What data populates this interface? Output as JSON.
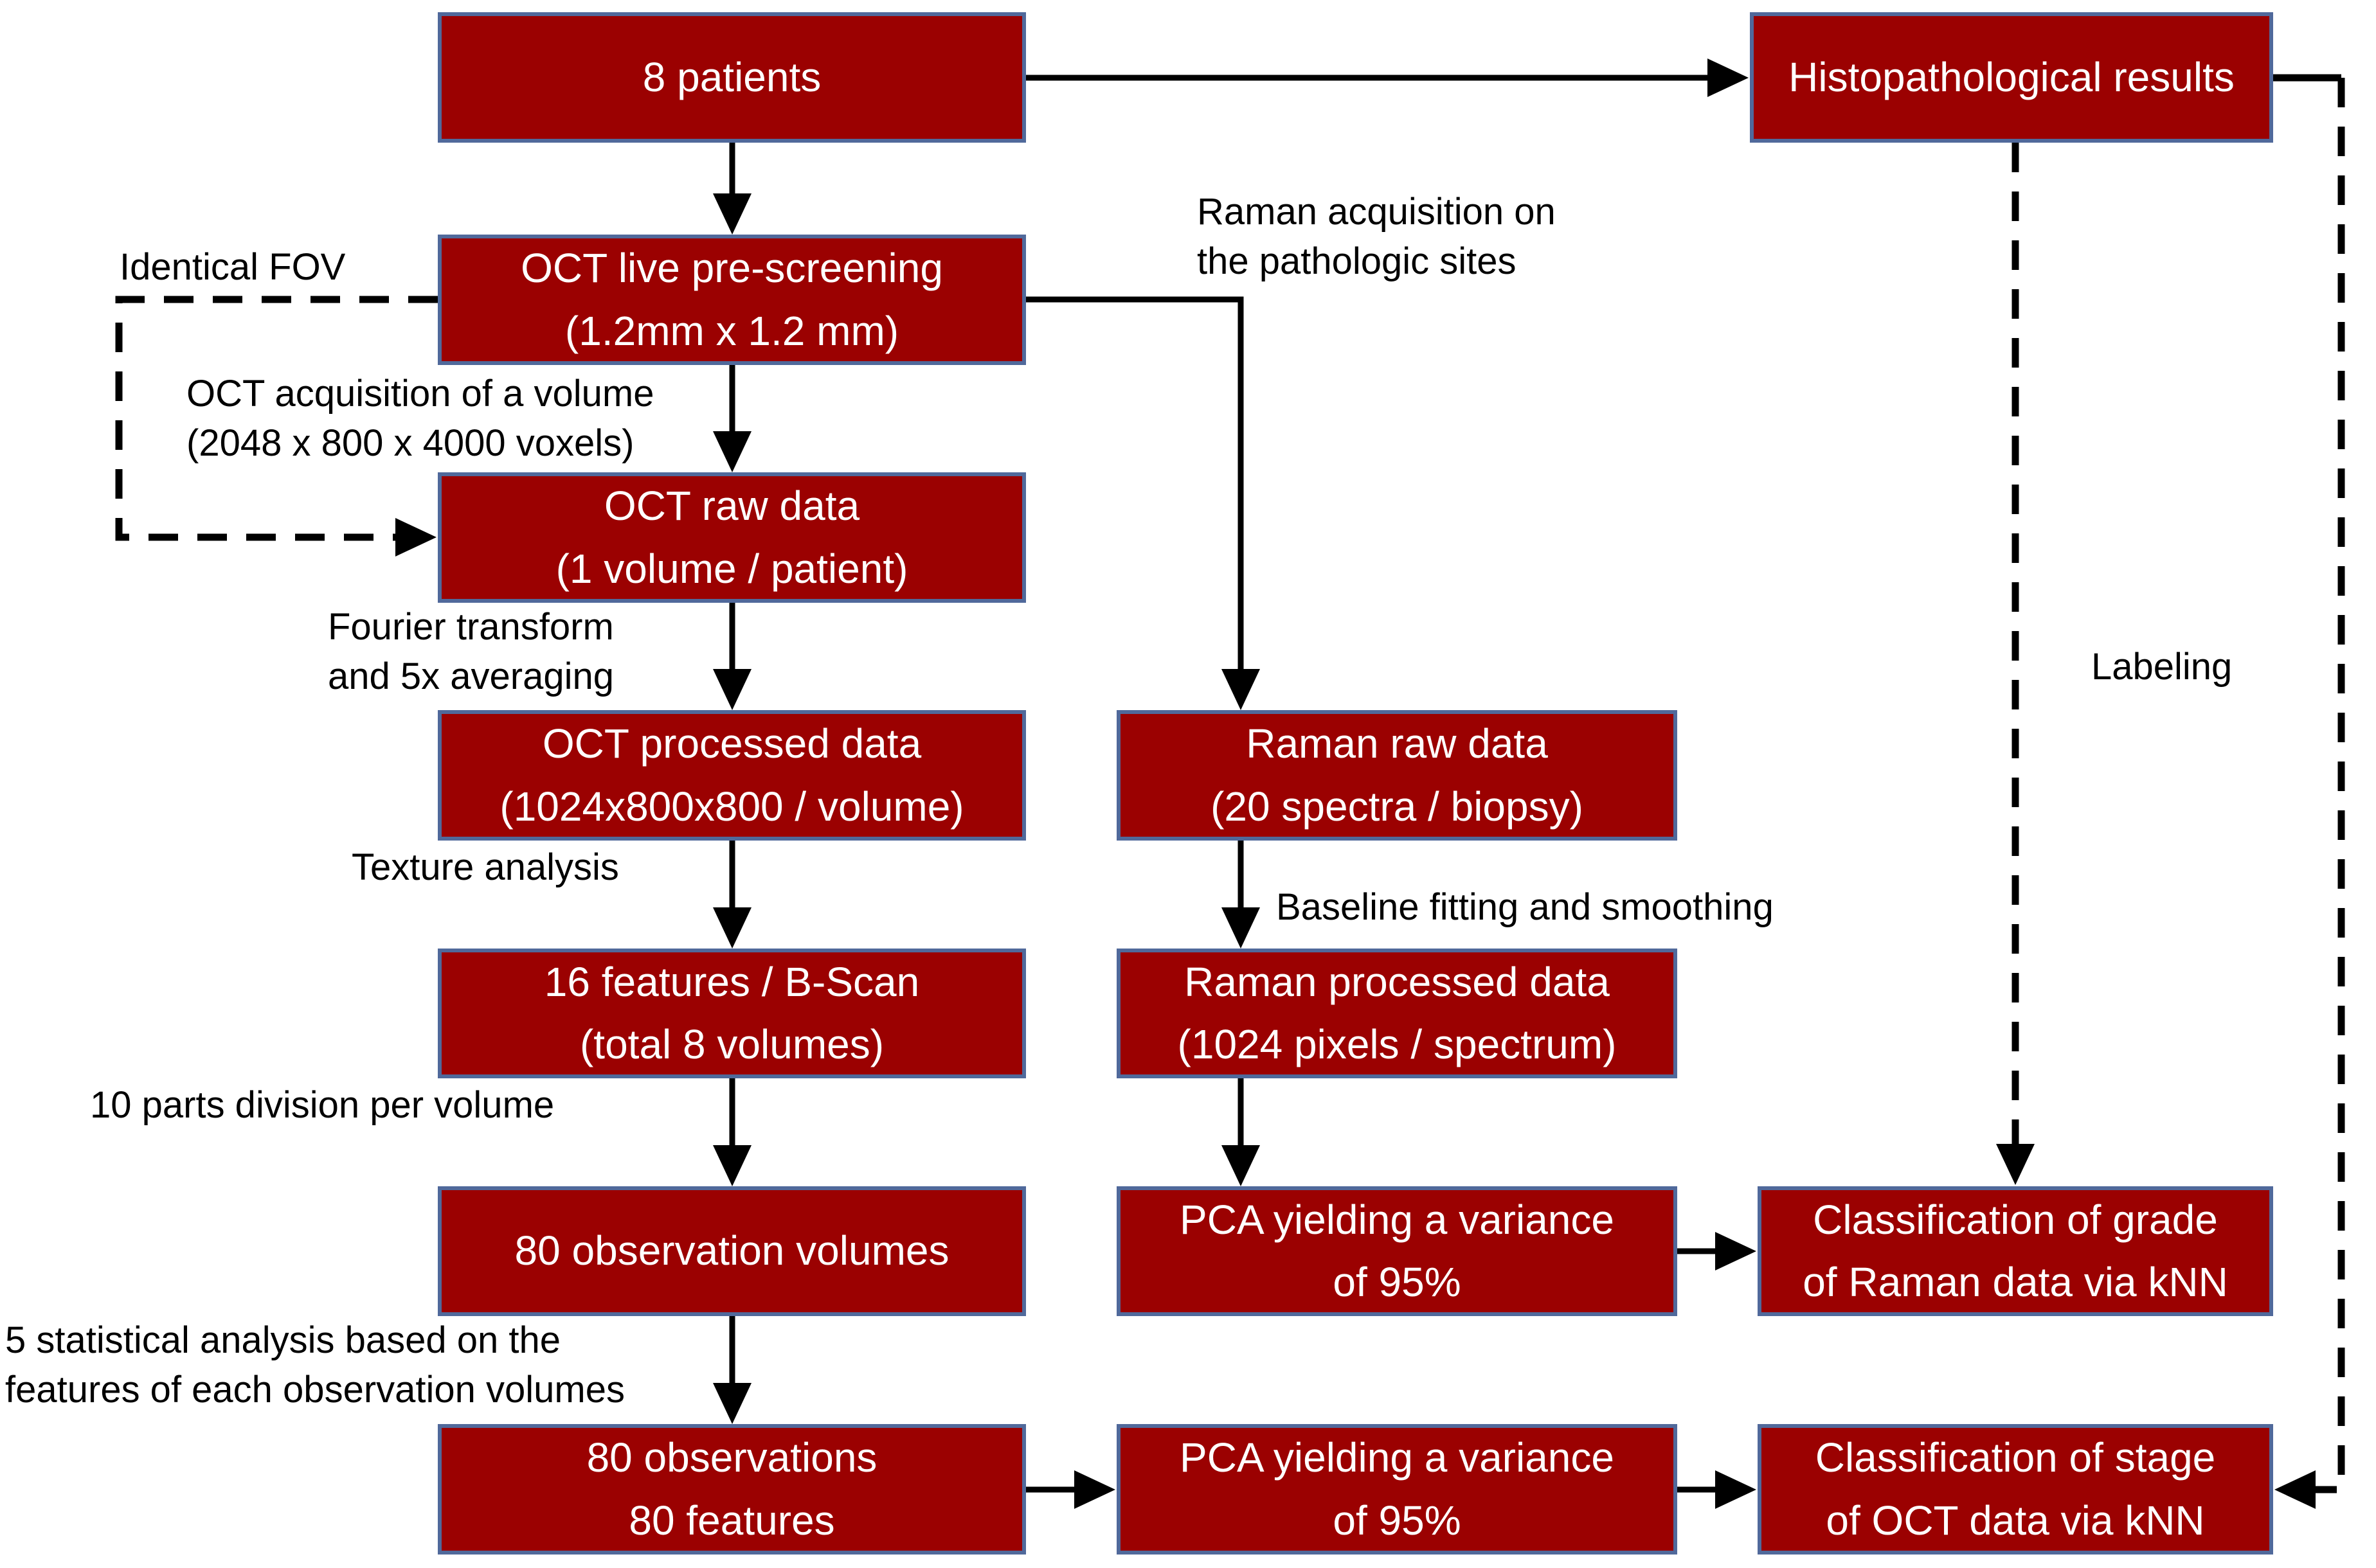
{
  "diagram": {
    "title": "OCT and Raman data acquisition and classification flowchart",
    "colors": {
      "node_fill": "#9B0101",
      "node_border": "#50699B",
      "node_text": "#ffffff",
      "connector": "#000000",
      "background": "#ffffff"
    },
    "nodes": {
      "patients": {
        "line1": "8 patients",
        "line2": ""
      },
      "histo": {
        "line1": "Histopathological results",
        "line2": ""
      },
      "oct_prescreen": {
        "line1": "OCT live pre-screening",
        "line2": "(1.2mm x 1.2 mm)"
      },
      "oct_raw": {
        "line1": "OCT raw data",
        "line2": "(1 volume / patient)"
      },
      "oct_processed": {
        "line1": "OCT processed data",
        "line2": "(1024x800x800 / volume)"
      },
      "raman_raw": {
        "line1": "Raman raw data",
        "line2": "(20 spectra / biopsy)"
      },
      "oct_features": {
        "line1": "16 features / B-Scan",
        "line2": "(total 8 volumes)"
      },
      "raman_processed": {
        "line1": "Raman processed data",
        "line2": "(1024 pixels / spectrum)"
      },
      "obs_volumes": {
        "line1": "80 observation volumes",
        "line2": ""
      },
      "pca_raman": {
        "line1": "PCA yielding a variance",
        "line2": "of 95%"
      },
      "class_grade": {
        "line1": "Classification of grade",
        "line2": "of Raman data via kNN"
      },
      "observations": {
        "line1": "80 observations",
        "line2": "80 features"
      },
      "pca_oct": {
        "line1": "PCA yielding a variance",
        "line2": "of 95%"
      },
      "class_stage": {
        "line1": "Classification of stage",
        "line2": "of OCT data via kNN"
      }
    },
    "labels": {
      "identical_fov": {
        "line1": "Identical FOV",
        "line2": ""
      },
      "oct_acquisition": {
        "line1": "OCT acquisition of a volume",
        "line2": "(2048 x 800 x 4000 voxels)"
      },
      "fourier": {
        "line1": "Fourier transform",
        "line2": "and 5x averaging"
      },
      "texture": {
        "line1": "Texture analysis",
        "line2": ""
      },
      "ten_parts": {
        "line1": "10 parts division per volume",
        "line2": ""
      },
      "five_stat": {
        "line1": "5 statistical analysis based on the",
        "line2": "features of each observation volumes"
      },
      "raman_acq": {
        "line1": "Raman acquisition on",
        "line2": "the pathologic sites"
      },
      "baseline": {
        "line1": "Baseline fitting and smoothing",
        "line2": ""
      },
      "labeling": {
        "line1": "Labeling",
        "line2": ""
      }
    },
    "connections": [
      {
        "from": "8 patients",
        "to": "Histopathological results",
        "style": "solid"
      },
      {
        "from": "8 patients",
        "to": "OCT live pre-screening",
        "style": "solid"
      },
      {
        "from": "OCT live pre-screening",
        "to": "OCT raw data",
        "style": "solid",
        "note": "OCT acquisition of a volume (2048 x 800 x 4000 voxels)"
      },
      {
        "from": "OCT live pre-screening",
        "to": "OCT raw data",
        "style": "dashed",
        "note": "Identical FOV"
      },
      {
        "from": "OCT live pre-screening",
        "to": "Raman raw data",
        "style": "solid",
        "note": "Raman acquisition on the pathologic sites"
      },
      {
        "from": "OCT raw data",
        "to": "OCT processed data",
        "style": "solid",
        "note": "Fourier transform and 5x averaging"
      },
      {
        "from": "OCT processed data",
        "to": "16 features / B-Scan",
        "style": "solid",
        "note": "Texture analysis"
      },
      {
        "from": "16 features / B-Scan",
        "to": "80 observation volumes",
        "style": "solid",
        "note": "10 parts division per volume"
      },
      {
        "from": "80 observation volumes",
        "to": "80 observations 80 features",
        "style": "solid",
        "note": "5 statistical analysis based on the features of each observation volumes"
      },
      {
        "from": "Raman raw data",
        "to": "Raman processed data",
        "style": "solid",
        "note": "Baseline fitting and smoothing"
      },
      {
        "from": "Raman processed data",
        "to": "PCA yielding a variance of 95%",
        "style": "solid"
      },
      {
        "from": "PCA yielding a variance of 95%",
        "to": "Classification of grade of Raman data via kNN",
        "style": "solid"
      },
      {
        "from": "80 observations 80 features",
        "to": "PCA yielding a variance of 95%",
        "style": "solid"
      },
      {
        "from": "PCA yielding a variance of 95%",
        "to": "Classification of stage of OCT data via kNN",
        "style": "solid"
      },
      {
        "from": "Histopathological results",
        "to": "Classification of grade of Raman data via kNN",
        "style": "dashed",
        "note": "Labeling"
      },
      {
        "from": "Histopathological results",
        "to": "Classification of stage of OCT data via kNN",
        "style": "dashed"
      }
    ]
  }
}
